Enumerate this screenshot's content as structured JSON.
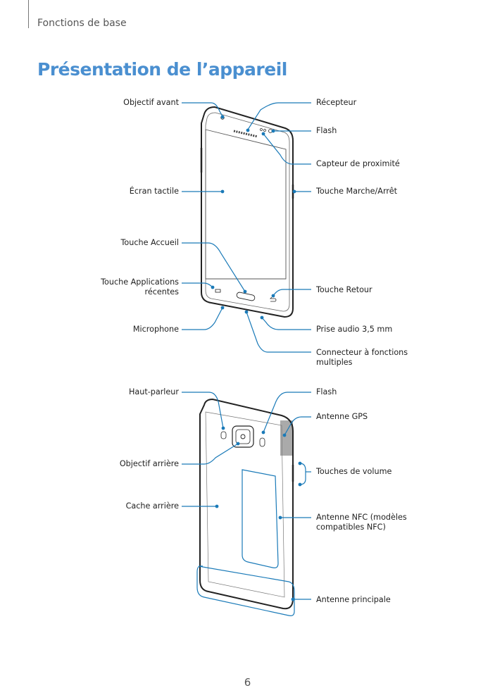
{
  "header": {
    "section": "Fonctions de base"
  },
  "title": "Présentation de l’appareil",
  "front": {
    "left_labels": [
      "Objectif avant",
      "Écran tactile",
      "Touche Accueil",
      "Touche Applications",
      "récentes",
      "Microphone"
    ],
    "right_labels": [
      "Récepteur",
      "Flash",
      "Capteur de proximité",
      "Touche Marche/Arrêt",
      "Touche Retour",
      "Prise audio 3,5 mm",
      "Connecteur à fonctions",
      "multiples"
    ]
  },
  "back": {
    "left_labels": [
      "Haut-parleur",
      "Objectif arrière",
      "Cache arrière"
    ],
    "right_labels": [
      "Flash",
      "Antenne GPS",
      "Touches de volume",
      "Antenne NFC (modèles",
      "compatibles NFC)",
      "Antenne principale"
    ]
  },
  "colors": {
    "accent": "#4a8fd0",
    "callout": "#1a7ab8"
  },
  "footer": {
    "page_number": "6"
  }
}
